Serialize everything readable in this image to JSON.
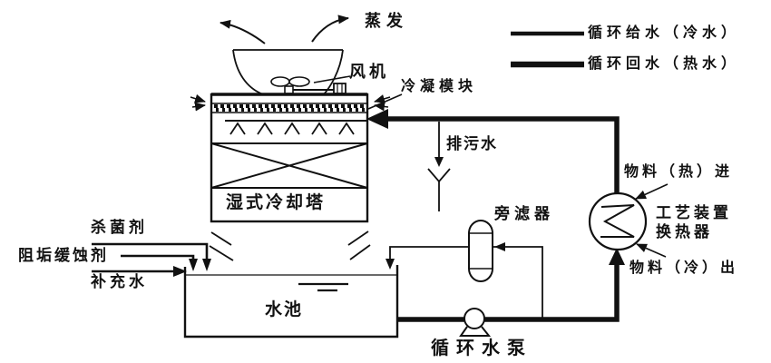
{
  "diagram": {
    "background": "#ffffff",
    "ink_color": "#111111",
    "legend": {
      "items": [
        {
          "label": "循环给水（冷水）",
          "line_weight": "medium"
        },
        {
          "label": "循环回水（热水）",
          "line_weight": "thick"
        }
      ]
    },
    "labels": {
      "evaporation": "蒸发",
      "fan": "风机",
      "condensation_module": "冷凝模块",
      "blowdown_water": "排污水",
      "wet_cooling_tower": "湿式冷却塔",
      "material_hot_in": "物料（热）进",
      "process_unit_line1": "工艺装置",
      "process_unit_line2": "换热器",
      "material_cold_out": "物料（冷）出",
      "side_filter": "旁滤器",
      "biocide": "杀菌剂",
      "scale_corrosion_inhibitor": "阻垢缓蚀剂",
      "makeup_water": "补充水",
      "water_pool": "水池",
      "circulating_pump": "循环水泵"
    }
  }
}
